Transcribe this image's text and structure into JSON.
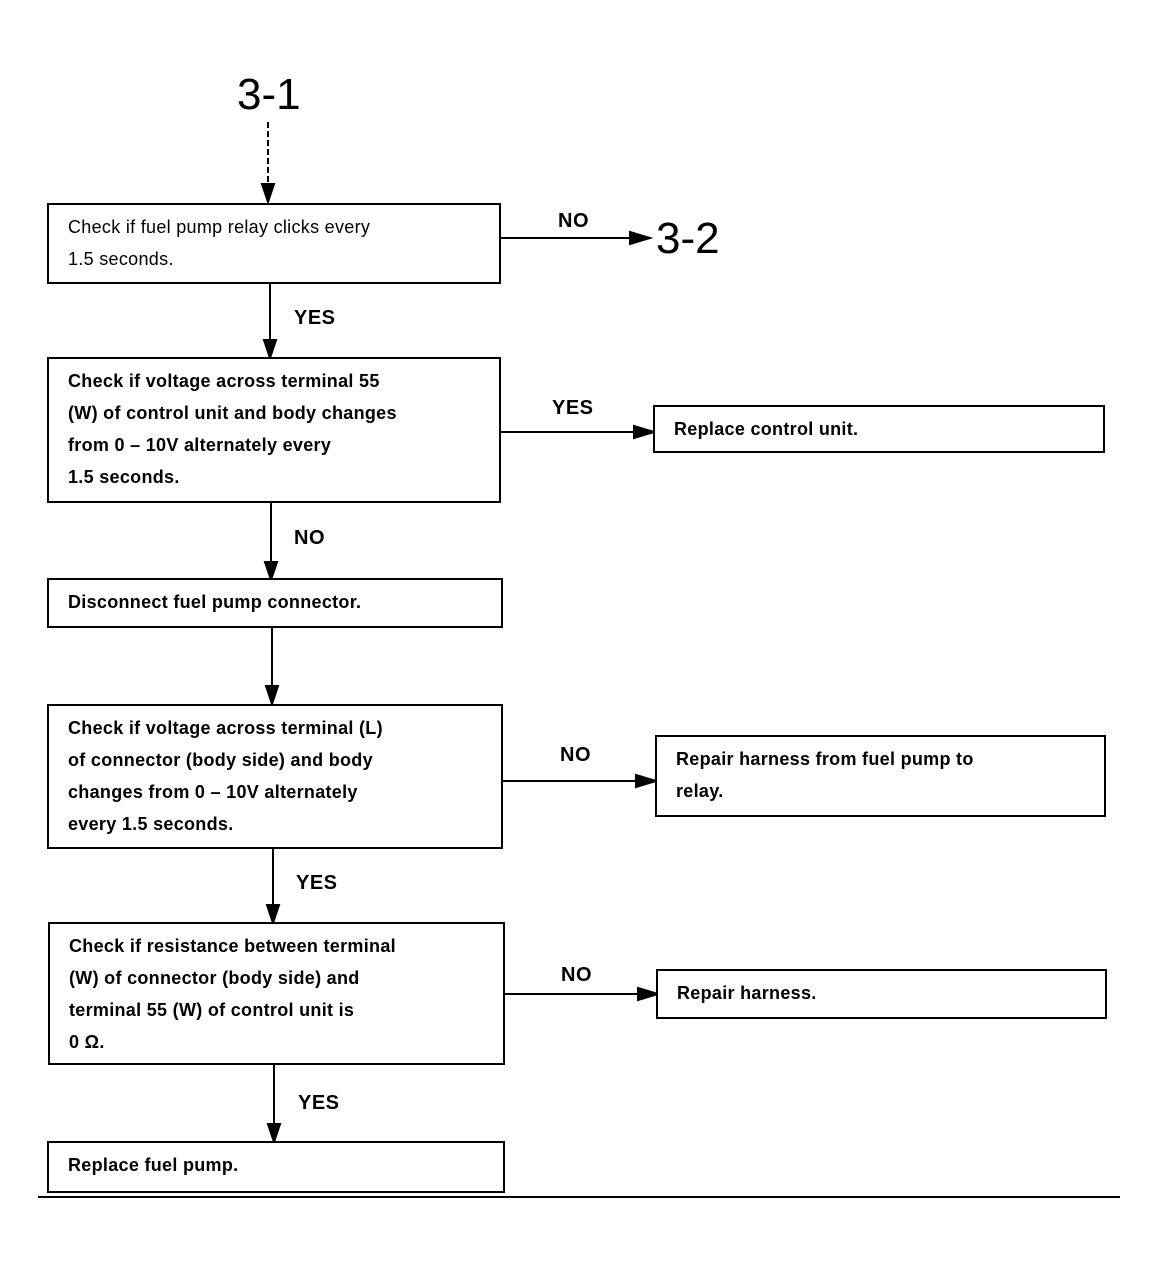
{
  "refs": {
    "start": "3-1",
    "goto": "3-2"
  },
  "steps": {
    "s1": "Check if fuel pump relay clicks every\n1.5 seconds.",
    "s2": "Check if voltage across terminal 55\n(W) of control unit and body changes\nfrom 0 – 10V alternately every\n1.5 seconds.",
    "s3": "Disconnect fuel pump connector.",
    "s4": "Check if voltage across terminal (L)\nof connector (body side) and body\nchanges from 0 – 10V alternately\nevery 1.5 seconds.",
    "s5": "Check if resistance between terminal\n(W) of connector (body side) and\nterminal 55 (W) of control unit is\n0 Ω.",
    "s6": "Replace fuel pump."
  },
  "results": {
    "r1": "Replace control unit.",
    "r2": "Repair harness from fuel pump to\nrelay.",
    "r3": "Repair harness."
  },
  "labels": {
    "s1_no": "NO",
    "s1_yes": "YES",
    "s2_yes": "YES",
    "s2_no": "NO",
    "s4_no": "NO",
    "s4_yes": "YES",
    "s5_no": "NO",
    "s5_yes": "YES"
  }
}
